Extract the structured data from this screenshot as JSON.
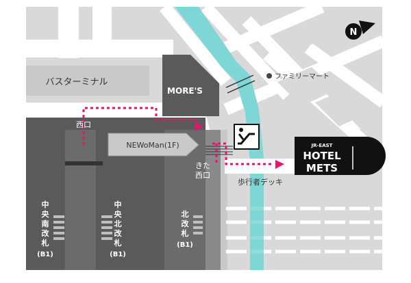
{
  "compass": {
    "letter": "N",
    "icon": "north-arrow-icon"
  },
  "labels": {
    "bus_terminal": "バスターミナル",
    "mores": "MORE'S",
    "familymart": "ファミリーマート",
    "newoman": "NEWoMan(1F)",
    "nishiguchi": "西口",
    "kita_nishiguchi_1": "きた",
    "kita_nishiguchi_2": "西口",
    "deck": "歩行者デッキ",
    "escalator_icon": "escalator-icon"
  },
  "hotel": {
    "brand": "JR-EAST",
    "line1": "HOTEL",
    "line2": "METS"
  },
  "gates": [
    {
      "chars": [
        "中",
        "央",
        "南",
        "改",
        "札"
      ],
      "floor": "(B1)"
    },
    {
      "chars": [
        "中",
        "央",
        "北",
        "改",
        "札"
      ],
      "floor": "(B1)"
    },
    {
      "chars": [
        "北",
        "改",
        "札"
      ],
      "floor": "(B1)"
    }
  ],
  "colors": {
    "route": "#e6146e",
    "river": "#7fd6d6",
    "dark_building": "#5a5a5a",
    "platform": "#6b6b6b",
    "hotel": "#111111"
  }
}
